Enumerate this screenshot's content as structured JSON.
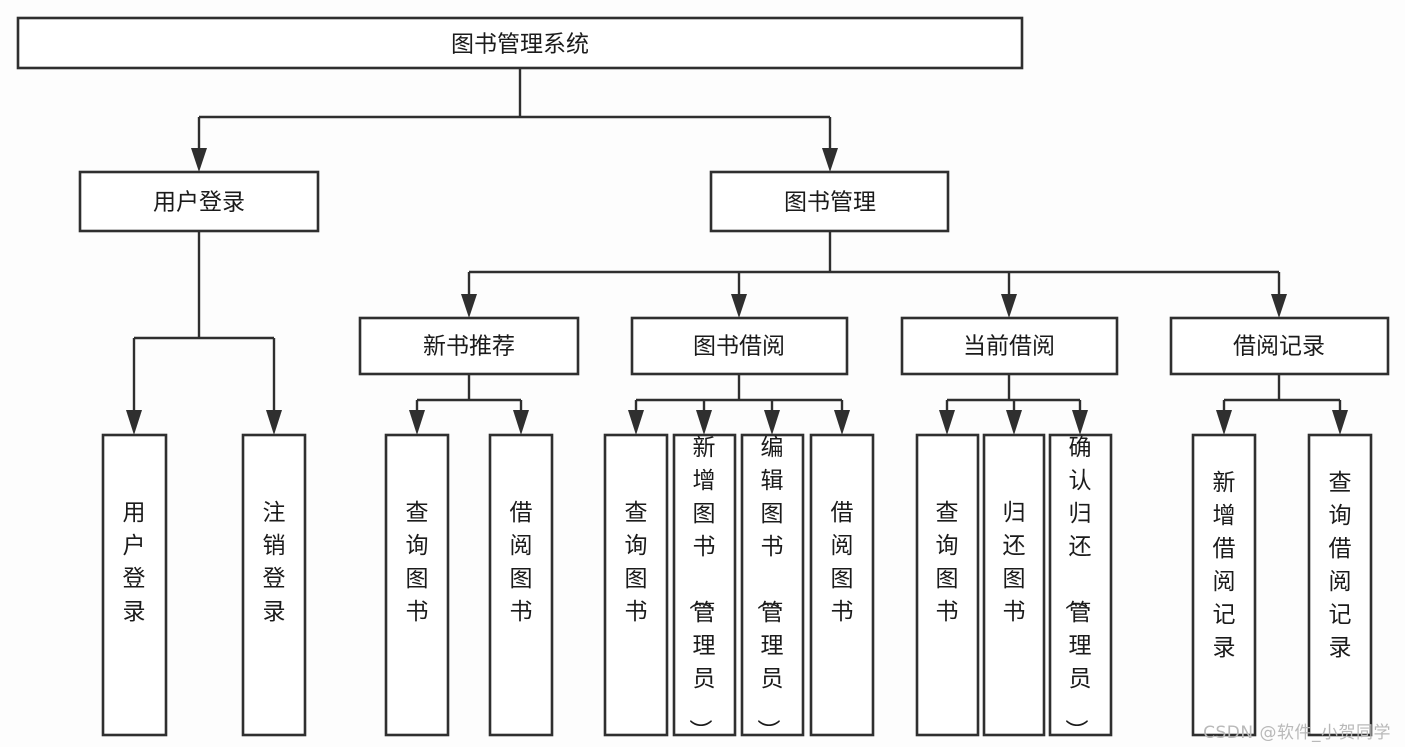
{
  "diagram": {
    "title": "图书管理系统",
    "type": "tree",
    "orientation": "top-down",
    "colors": {
      "background": "#fdfdfd",
      "node_fill": "#ffffff",
      "node_stroke": "#2f2f2f",
      "edge": "#2f2f2f",
      "text": "#1b1b1b",
      "watermark": "#b9b9b9"
    },
    "watermark": "CSDN @软件_小贺同学",
    "levels": [
      {
        "level": 1,
        "nodes": [
          {
            "id": "root",
            "label": "图书管理系统",
            "orientation": "horizontal"
          }
        ]
      },
      {
        "level": 2,
        "nodes": [
          {
            "id": "login",
            "label": "用户登录",
            "orientation": "horizontal",
            "parent": "root"
          },
          {
            "id": "bookmgmt",
            "label": "图书管理",
            "orientation": "horizontal",
            "parent": "root"
          }
        ]
      },
      {
        "level": 3,
        "nodes": [
          {
            "id": "newbook",
            "label": "新书推荐",
            "orientation": "horizontal",
            "parent": "bookmgmt"
          },
          {
            "id": "borrow",
            "label": "图书借阅",
            "orientation": "horizontal",
            "parent": "bookmgmt"
          },
          {
            "id": "current",
            "label": "当前借阅",
            "orientation": "horizontal",
            "parent": "bookmgmt"
          },
          {
            "id": "records",
            "label": "借阅记录",
            "orientation": "horizontal",
            "parent": "bookmgmt"
          }
        ]
      },
      {
        "level": 4,
        "nodes": [
          {
            "id": "leaf-user-login",
            "label": "用户登录",
            "orientation": "vertical",
            "parent": "login"
          },
          {
            "id": "leaf-user-logout",
            "label": "注销登录",
            "orientation": "vertical",
            "parent": "login"
          },
          {
            "id": "leaf-new-query",
            "label": "查询图书",
            "orientation": "vertical",
            "parent": "newbook"
          },
          {
            "id": "leaf-new-borrow",
            "label": "借阅图书",
            "orientation": "vertical",
            "parent": "newbook"
          },
          {
            "id": "leaf-borrow-query",
            "label": "查询图书",
            "orientation": "vertical",
            "parent": "borrow"
          },
          {
            "id": "leaf-borrow-add",
            "label": "新增图书（管理员）",
            "orientation": "vertical",
            "parent": "borrow"
          },
          {
            "id": "leaf-borrow-edit",
            "label": "编辑图书（管理员）",
            "orientation": "vertical",
            "parent": "borrow"
          },
          {
            "id": "leaf-borrow-lend",
            "label": "借阅图书",
            "orientation": "vertical",
            "parent": "borrow"
          },
          {
            "id": "leaf-current-query",
            "label": "查询图书",
            "orientation": "vertical",
            "parent": "current"
          },
          {
            "id": "leaf-current-return",
            "label": "归还图书",
            "orientation": "vertical",
            "parent": "current"
          },
          {
            "id": "leaf-current-confirm",
            "label": "确认归还（管理员）",
            "orientation": "vertical",
            "parent": "current"
          },
          {
            "id": "leaf-record-add",
            "label": "新增借阅记录",
            "orientation": "vertical",
            "parent": "records"
          },
          {
            "id": "leaf-record-query",
            "label": "查询借阅记录",
            "orientation": "vertical",
            "parent": "records"
          }
        ]
      }
    ]
  }
}
